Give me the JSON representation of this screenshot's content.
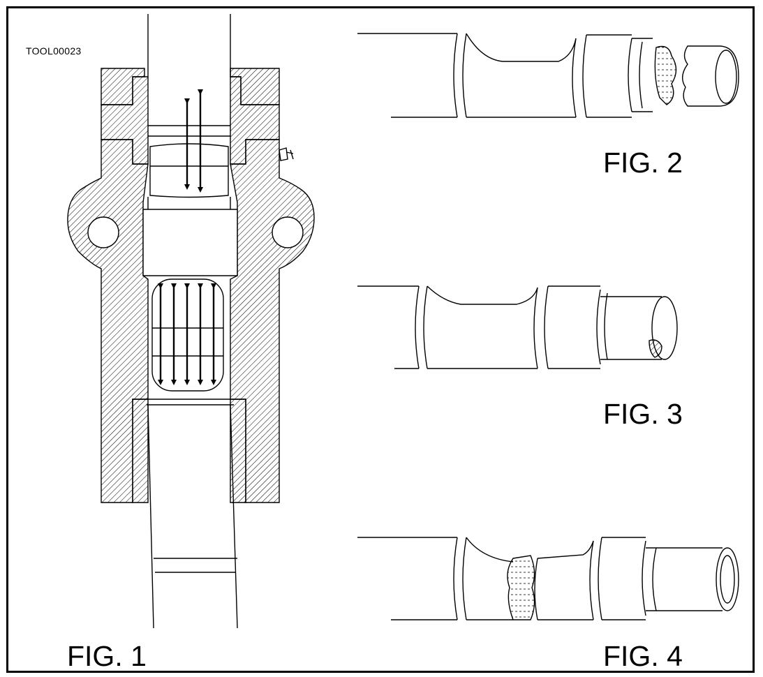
{
  "document": {
    "ref_code": "TOOL00023",
    "captions": {
      "fig1": "FIG. 1",
      "fig2": "FIG. 2",
      "fig3": "FIG. 3",
      "fig4": "FIG. 4"
    }
  },
  "colors": {
    "line": "#000000",
    "background": "#ffffff"
  }
}
